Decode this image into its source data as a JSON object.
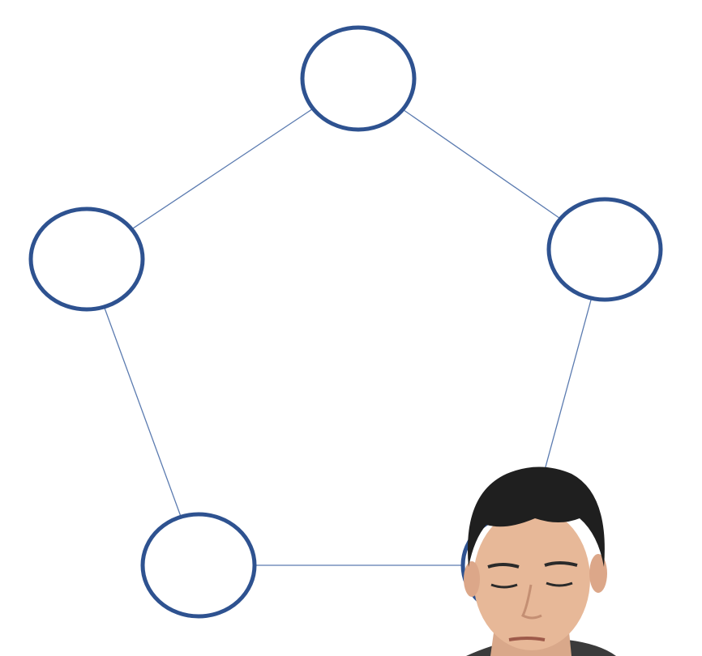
{
  "diagram": {
    "type": "graph",
    "shape": "pentagon",
    "nodes": [
      {
        "id": "top",
        "label": ""
      },
      {
        "id": "left",
        "label": ""
      },
      {
        "id": "right",
        "label": ""
      },
      {
        "id": "bottom-left",
        "label": ""
      },
      {
        "id": "bottom-right",
        "label": ""
      }
    ],
    "edges": [
      {
        "from": "top",
        "to": "left"
      },
      {
        "from": "top",
        "to": "right"
      },
      {
        "from": "left",
        "to": "bottom-left"
      },
      {
        "from": "right",
        "to": "bottom-right"
      },
      {
        "from": "bottom-left",
        "to": "bottom-right"
      }
    ]
  },
  "overlay": {
    "presenter_visible": true,
    "icon": "presenter-webcam-icon"
  },
  "colors": {
    "node_stroke": "#2e5290",
    "edge_stroke": "#5b7bb0",
    "background": "#ffffff"
  }
}
